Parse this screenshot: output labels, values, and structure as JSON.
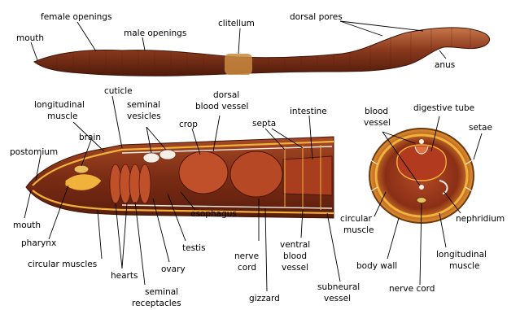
{
  "labels": {
    "female_openings": "female openings",
    "male_openings": "male openings",
    "clitellum": "clitellum",
    "dorsal_pores": "dorsal pores",
    "mouth_top": "mouth",
    "anus": "anus",
    "cuticle": "cuticle",
    "longitudinal_muscle_1": "longitudinal",
    "longitudinal_muscle_2": "muscle",
    "seminal_vesicles_1": "seminal",
    "seminal_vesicles_2": "vesicles",
    "dorsal_blood_vessel_1": "dorsal",
    "dorsal_blood_vessel_2": "blood vessel",
    "crop": "crop",
    "septa": "septa",
    "intestine": "intestine",
    "brain": "brain",
    "postomium": "postomium",
    "mouth_side": "mouth",
    "pharynx": "pharynx",
    "circular_muscles": "circular muscles",
    "hearts": "hearts",
    "seminal_receptacles_1": "seminal",
    "seminal_receptacles_2": "receptacles",
    "ovary": "ovary",
    "testis": "testis",
    "esophagus": "esophagus",
    "nerve_cord_side_1": "nerve",
    "nerve_cord_side_2": "cord",
    "gizzard": "gizzard",
    "ventral_blood_vessel_1": "ventral",
    "ventral_blood_vessel_2": "blood",
    "ventral_blood_vessel_3": "vessel",
    "subneural_vessel_1": "subneural",
    "subneural_vessel_2": "vessel",
    "cs_blood_vessel_1": "blood",
    "cs_blood_vessel_2": "vessel",
    "digestive_tube": "digestive tube",
    "setae": "setae",
    "cs_circular_muscle_1": "circular",
    "cs_circular_muscle_2": "muscle",
    "nephridium": "nephridium",
    "body_wall": "body wall",
    "cs_longitudinal_muscle_1": "longitudinal",
    "cs_longitudinal_muscle_2": "muscle",
    "cs_nerve_cord": "nerve cord"
  },
  "colors": {
    "worm_body": "#8b3a1e",
    "worm_dark": "#5a1f0c",
    "worm_light": "#c8764a",
    "clitellum": "#c9893f",
    "organ": "#c0502a",
    "tissue_yellow": "#f0b23a",
    "vessel_white": "#f4efe8"
  }
}
